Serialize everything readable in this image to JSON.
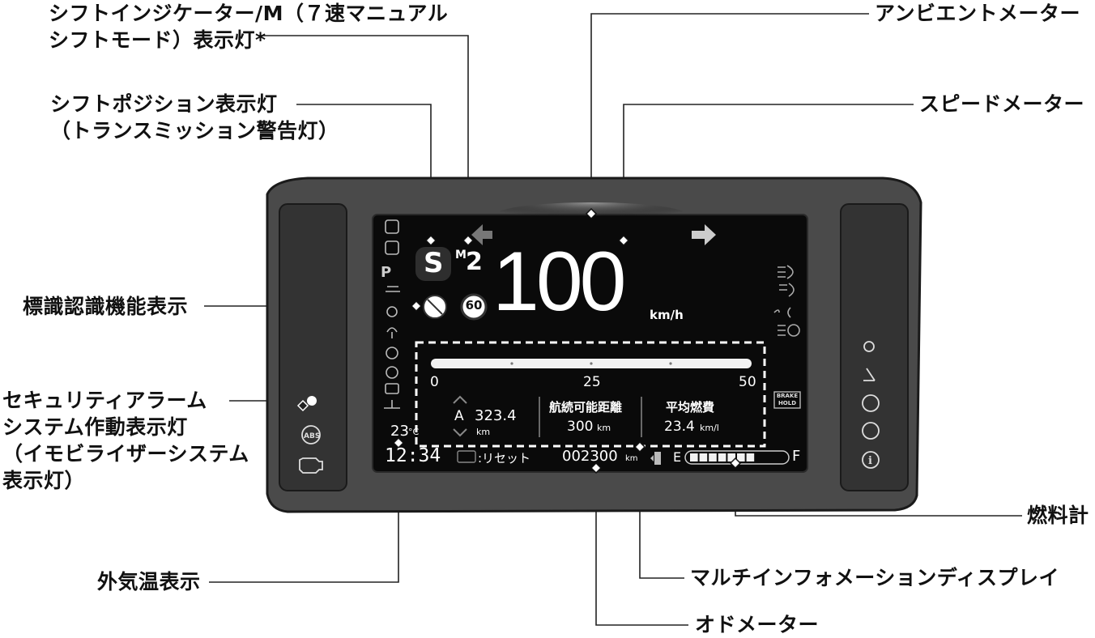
{
  "callouts": {
    "shift_indicator": "シフトインジケーター/M（７速マニュアル\nシフトモード）表示灯*",
    "ambient_meter": "アンビエントメーター",
    "shift_position": "シフトポジション表示灯\n（トランスミッション警告灯）",
    "speedometer": "スピードメーター",
    "sign_recognition": "標識認識機能表示",
    "security_alarm": "セキュリティアラーム\nシステム作動表示灯\n（イモビライザーシステム\n表示灯）",
    "fuel_gauge": "燃料計",
    "outside_temp": "外気温表示",
    "multi_info": "マルチインフォメーションディスプレイ",
    "odometer": "オドメーター"
  },
  "dashboard": {
    "gear": "S",
    "manual_m": "M",
    "manual_gear": "2",
    "speed": "100",
    "speed_unit": "km/h",
    "speed_limit": "60",
    "bar_ticks": [
      "0",
      "25",
      "50"
    ],
    "trip_label": "A",
    "trip_value": "323.4",
    "trip_unit": "km",
    "range_title": "航続可能距離",
    "range_value": "300",
    "range_unit": "km",
    "fuel_econ_title": "平均燃費",
    "fuel_econ_value": "23.4",
    "fuel_econ_unit": "km/l",
    "temperature": "23",
    "temp_unit": "°C",
    "clock": "12:34",
    "reset_label": ":リセット",
    "odometer": "002300",
    "odo_unit": "km",
    "fuel_empty": "E",
    "fuel_full": "F",
    "brake_hold": "BRAKE\nHOLD",
    "fuel_level_fraction": 0.7
  }
}
